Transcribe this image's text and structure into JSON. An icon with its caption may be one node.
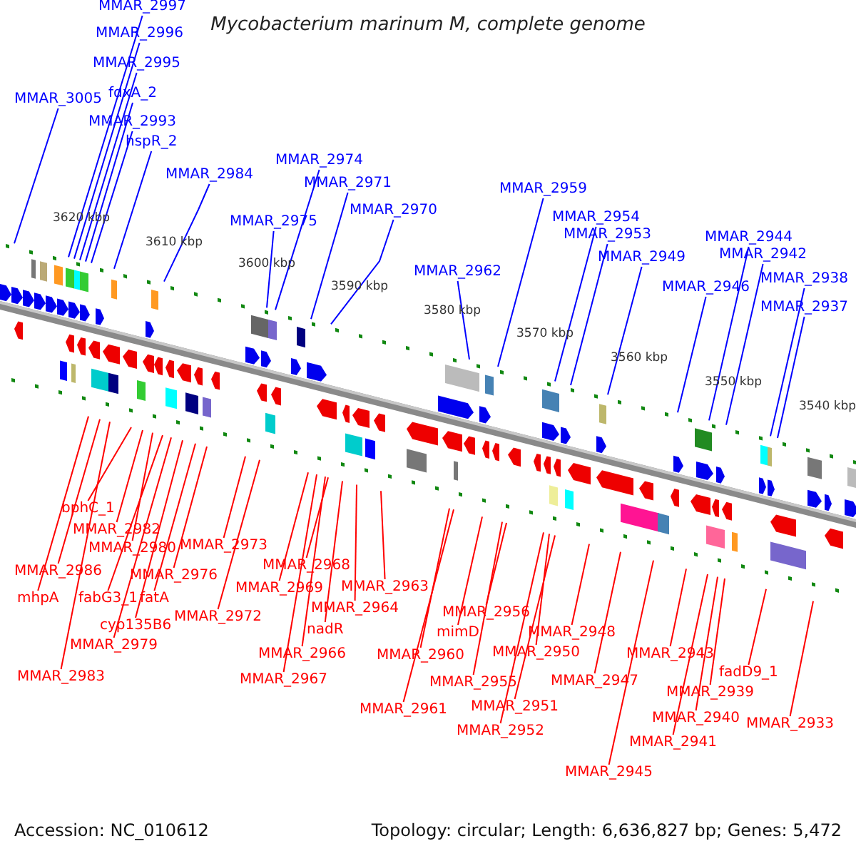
{
  "diagram": {
    "title": "Mycobacterium marinum M, complete genome",
    "nodes": [
      {
        "text": [
          "MMAR_2997"
        ]
      },
      {
        "text": [
          "MMAR_2996"
        ]
      },
      {
        "text": [
          "MMAR_2995"
        ]
      },
      {
        "text": [
          "fdxA_2"
        ]
      },
      {
        "text": [
          "MMAR_3005"
        ]
      },
      {
        "text": [
          "MMAR_2993"
        ]
      },
      {
        "text": [
          "hspR_2"
        ]
      },
      {
        "text": [
          "MMAR_2974"
        ]
      },
      {
        "text": [
          "MMAR_2984"
        ]
      },
      {
        "text": [
          "MMAR_2971"
        ]
      },
      {
        "text": [
          "MMAR_2959"
        ]
      },
      {
        "text": [
          "MMAR_2970"
        ]
      },
      {
        "text": [
          "MMAR_2954"
        ]
      },
      {
        "text": [
          "MMAR_2975"
        ]
      },
      {
        "text": [
          "MMAR_2953"
        ]
      },
      {
        "text": [
          "MMAR_2944"
        ]
      },
      {
        "text": [
          "MMAR_2942"
        ]
      },
      {
        "text": [
          "MMAR_2949"
        ]
      },
      {
        "text": [
          "MMAR_2962"
        ]
      },
      {
        "text": [
          "MMAR_2938"
        ]
      },
      {
        "text": [
          "MMAR_2946"
        ]
      },
      {
        "text": [
          "MMAR_2937"
        ]
      },
      {
        "text": [
          "bphC_1"
        ]
      },
      {
        "text": [
          "MMAR_2982"
        ]
      },
      {
        "text": [
          "MMAR_2973"
        ]
      },
      {
        "text": [
          "MMAR_2980"
        ]
      },
      {
        "text": [
          "MMAR_2968"
        ]
      },
      {
        "text": [
          "MMAR_2986"
        ]
      },
      {
        "text": [
          "MMAR_2976"
        ]
      },
      {
        "text": [
          "MMAR_2963"
        ]
      },
      {
        "text": [
          "MMAR_2969"
        ]
      },
      {
        "text": [
          "mhpA"
        ]
      },
      {
        "text": [
          "fabG3_1"
        ]
      },
      {
        "text": [
          "fatA"
        ]
      },
      {
        "text": [
          "MMAR_2964"
        ]
      },
      {
        "text": [
          "MMAR_2956"
        ]
      },
      {
        "text": [
          "MMAR_2972"
        ]
      },
      {
        "text": [
          "cyp135B6"
        ]
      },
      {
        "text": [
          "nadR"
        ]
      },
      {
        "text": [
          "mimD"
        ]
      },
      {
        "text": [
          "MMAR_2948"
        ]
      },
      {
        "text": [
          "MMAR_2979"
        ]
      },
      {
        "text": [
          "MMAR_2950"
        ]
      },
      {
        "text": [
          "MMAR_2966"
        ]
      },
      {
        "text": [
          "MMAR_2943"
        ]
      },
      {
        "text": [
          "MMAR_2960"
        ]
      },
      {
        "text": [
          "fadD9_1"
        ]
      },
      {
        "text": [
          "MMAR_2983"
        ]
      },
      {
        "text": [
          "MMAR_2967"
        ]
      },
      {
        "text": [
          "MMAR_2947"
        ]
      },
      {
        "text": [
          "MMAR_2955"
        ]
      },
      {
        "text": [
          "MMAR_2939"
        ]
      },
      {
        "text": [
          "MMAR_2951"
        ]
      },
      {
        "text": [
          "MMAR_2961"
        ]
      },
      {
        "text": [
          "MMAR_2940"
        ]
      },
      {
        "text": [
          "MMAR_2933"
        ]
      },
      {
        "text": [
          "MMAR_2952"
        ]
      },
      {
        "text": [
          "MMAR_2941"
        ]
      },
      {
        "text": [
          "MMAR_2945"
        ]
      }
    ],
    "edges": [
      {
        "from": 0,
        "to": null,
        "arrow": "none",
        "color": "#0000ff"
      },
      {
        "from": 1,
        "to": null,
        "arrow": "none",
        "color": "#0000ff"
      },
      {
        "from": 2,
        "to": null,
        "arrow": "none",
        "color": "#0000ff"
      },
      {
        "from": 3,
        "to": null,
        "arrow": "none",
        "color": "#0000ff"
      },
      {
        "from": 4,
        "to": null,
        "arrow": "none",
        "color": "#0000ff"
      },
      {
        "from": 5,
        "to": null,
        "arrow": "none",
        "color": "#0000ff"
      },
      {
        "from": 6,
        "to": null,
        "arrow": "none",
        "color": "#0000ff"
      },
      {
        "from": 7,
        "to": null,
        "arrow": "none",
        "color": "#0000ff"
      },
      {
        "from": 8,
        "to": null,
        "arrow": "none",
        "color": "#0000ff"
      },
      {
        "from": 9,
        "to": null,
        "arrow": "none",
        "color": "#0000ff"
      },
      {
        "from": 10,
        "to": null,
        "arrow": "none",
        "color": "#0000ff"
      },
      {
        "from": 11,
        "to": null,
        "arrow": "none",
        "color": "#0000ff"
      },
      {
        "from": 12,
        "to": null,
        "arrow": "none",
        "color": "#0000ff"
      },
      {
        "from": 13,
        "to": null,
        "arrow": "none",
        "color": "#0000ff"
      },
      {
        "from": 14,
        "to": null,
        "arrow": "none",
        "color": "#0000ff"
      },
      {
        "from": 15,
        "to": null,
        "arrow": "none",
        "color": "#0000ff"
      },
      {
        "from": 16,
        "to": null,
        "arrow": "none",
        "color": "#0000ff"
      },
      {
        "from": 17,
        "to": null,
        "arrow": "none",
        "color": "#0000ff"
      },
      {
        "from": 18,
        "to": null,
        "arrow": "none",
        "color": "#0000ff"
      },
      {
        "from": 19,
        "to": null,
        "arrow": "none",
        "color": "#0000ff"
      },
      {
        "from": 20,
        "to": null,
        "arrow": "none",
        "color": "#0000ff"
      },
      {
        "from": 21,
        "to": null,
        "arrow": "none",
        "color": "#0000ff"
      },
      {
        "from": 22,
        "to": null,
        "arrow": "none"
      },
      {
        "from": 23,
        "to": null,
        "arrow": "none"
      },
      {
        "from": 24,
        "to": null,
        "arrow": "none"
      },
      {
        "from": 25,
        "to": null,
        "arrow": "none"
      },
      {
        "from": 26,
        "to": null,
        "arrow": "none"
      },
      {
        "from": 27,
        "to": null,
        "arrow": "none"
      },
      {
        "from": 28,
        "to": null,
        "arrow": "none"
      },
      {
        "from": 29,
        "to": null,
        "arrow": "none"
      },
      {
        "from": 30,
        "to": null,
        "arrow": "none"
      },
      {
        "from": 31,
        "to": null,
        "arrow": "none"
      },
      {
        "from": 32,
        "to": null,
        "arrow": "none"
      },
      {
        "from": 33,
        "to": null,
        "arrow": "none"
      },
      {
        "from": 34,
        "to": null,
        "arrow": "none"
      },
      {
        "from": 35,
        "to": null,
        "arrow": "none"
      },
      {
        "from": 36,
        "to": null,
        "arrow": "none"
      },
      {
        "from": 37,
        "to": null,
        "arrow": "none"
      },
      {
        "from": 38,
        "to": null,
        "arrow": "none"
      },
      {
        "from": 39,
        "to": null,
        "arrow": "none"
      },
      {
        "from": 40,
        "to": null,
        "arrow": "none"
      },
      {
        "from": 41,
        "to": null,
        "arrow": "none"
      },
      {
        "from": 42,
        "to": null,
        "arrow": "none"
      },
      {
        "from": 43,
        "to": null,
        "arrow": "none"
      },
      {
        "from": 44,
        "to": null,
        "arrow": "none"
      },
      {
        "from": 45,
        "to": null,
        "arrow": "none"
      },
      {
        "from": 46,
        "to": null,
        "arrow": "none"
      },
      {
        "from": 47,
        "to": null,
        "arrow": "none"
      },
      {
        "from": 48,
        "to": null,
        "arrow": "none"
      },
      {
        "from": 49,
        "to": null,
        "arrow": "none"
      },
      {
        "from": 50,
        "to": null,
        "arrow": "none"
      },
      {
        "from": 51,
        "to": null,
        "arrow": "none"
      },
      {
        "from": 52,
        "to": null,
        "arrow": "none"
      },
      {
        "from": 53,
        "to": null,
        "arrow": "none"
      },
      {
        "from": 54,
        "to": null,
        "arrow": "none"
      },
      {
        "from": 55,
        "to": null,
        "arrow": "none"
      },
      {
        "from": 56,
        "to": null,
        "arrow": "none"
      },
      {
        "from": 57,
        "to": null,
        "arrow": "none"
      },
      {
        "from": 58,
        "to": null,
        "arrow": "none"
      }
    ],
    "labels": [
      "3620 kbp",
      "3610 kbp",
      "3600 kbp",
      "3590 kbp",
      "3580 kbp",
      "3570 kbp",
      "3560 kbp",
      "3550 kbp",
      "3540 kbp",
      "Accession: NC_010612",
      "Topology: circular; Length: 6,636,827 bp; Genes: 5,472"
    ]
  }
}
